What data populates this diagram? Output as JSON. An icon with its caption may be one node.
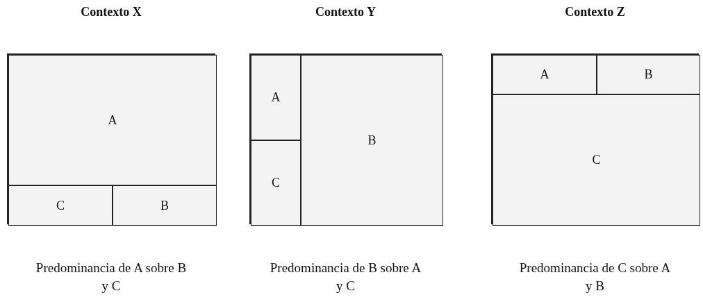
{
  "diagram": {
    "nodes": [
      {
        "text": [
          "Contexto X"
        ],
        "beside": [
          "Predominancia de A sobre B y C"
        ]
      },
      {
        "text": [
          "A"
        ],
        "in": 0
      },
      {
        "text": [
          "C"
        ],
        "in": 0
      },
      {
        "text": [
          "B"
        ],
        "in": 0
      },
      {
        "text": [
          "Contexto Y"
        ],
        "beside": [
          "Predominancia de B sobre A y C"
        ]
      },
      {
        "text": [
          "A"
        ],
        "in": 4
      },
      {
        "text": [
          "B"
        ],
        "in": 4
      },
      {
        "text": [
          "C"
        ],
        "in": 4
      },
      {
        "text": [
          "Contexto Z"
        ],
        "beside": [
          "Predominancia de C sobre A y B"
        ]
      },
      {
        "text": [
          "A"
        ],
        "in": 8
      },
      {
        "text": [
          "B"
        ],
        "in": 8
      },
      {
        "text": [
          "C"
        ],
        "in": 8
      }
    ]
  }
}
